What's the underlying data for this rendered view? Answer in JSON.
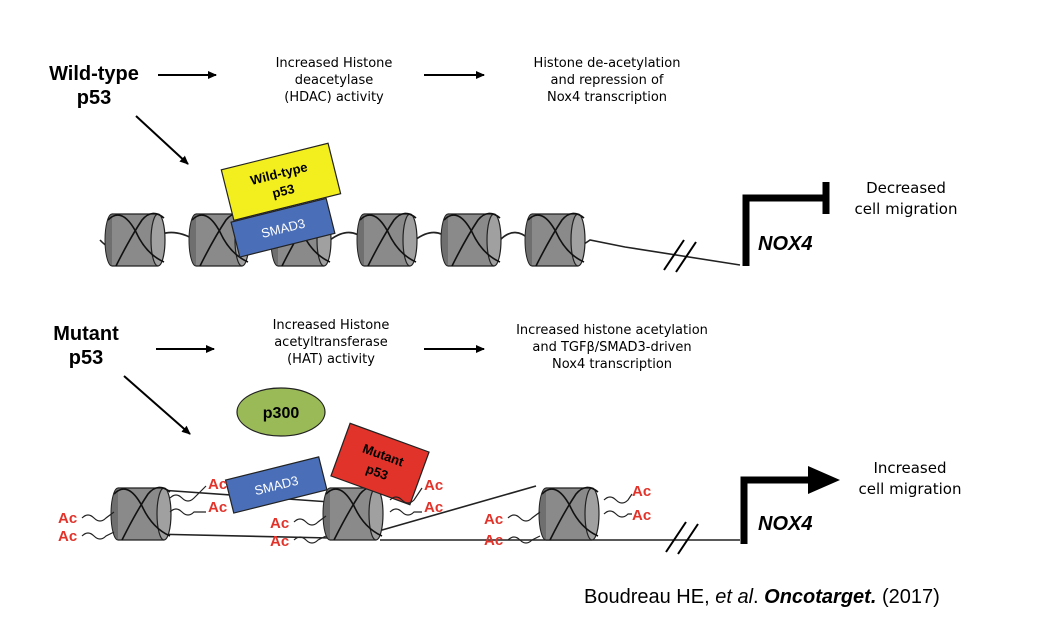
{
  "top_panel": {
    "title_line1": "Wild-type",
    "title_line2": "p53",
    "step1": [
      "Increased Histone",
      "deacetylase",
      "(HDAC) activity"
    ],
    "step2": [
      "Histone de-acetylation",
      "and repression of",
      "Nox4 transcription"
    ],
    "protein_p53": [
      "Wild-type",
      "p53"
    ],
    "protein_smad3": "SMAD3",
    "gene": "NOX4",
    "outcome": [
      "Decreased",
      "cell migration"
    ]
  },
  "bottom_panel": {
    "title_line1": "Mutant",
    "title_line2": "p53",
    "step1": [
      "Increased Histone",
      "acetyltransferase",
      "(HAT) activity"
    ],
    "step2": [
      "Increased histone acetylation",
      "and TGFβ/SMAD3-driven",
      "Nox4 transcription"
    ],
    "protein_p300": "p300",
    "protein_smad3": "SMAD3",
    "protein_p53": [
      "Mutant",
      "p53"
    ],
    "acetyl_mark": "Ac",
    "gene": "NOX4",
    "outcome": [
      "Increased",
      "cell migration"
    ]
  },
  "citation": {
    "authors": "Boudreau HE, ",
    "etal": "et al",
    "sep": ". ",
    "journal": "Oncotarget.",
    "year_open": " (",
    "year": "2017",
    "year_close": ")"
  },
  "colors": {
    "wildtype_p53": "#f3ee1e",
    "smad3": "#4a6fb8",
    "mutant_p53": "#e2332a",
    "p300": "#9ab957",
    "nucleosome": "#8a8a8a",
    "acetyl": "#e2332a"
  }
}
